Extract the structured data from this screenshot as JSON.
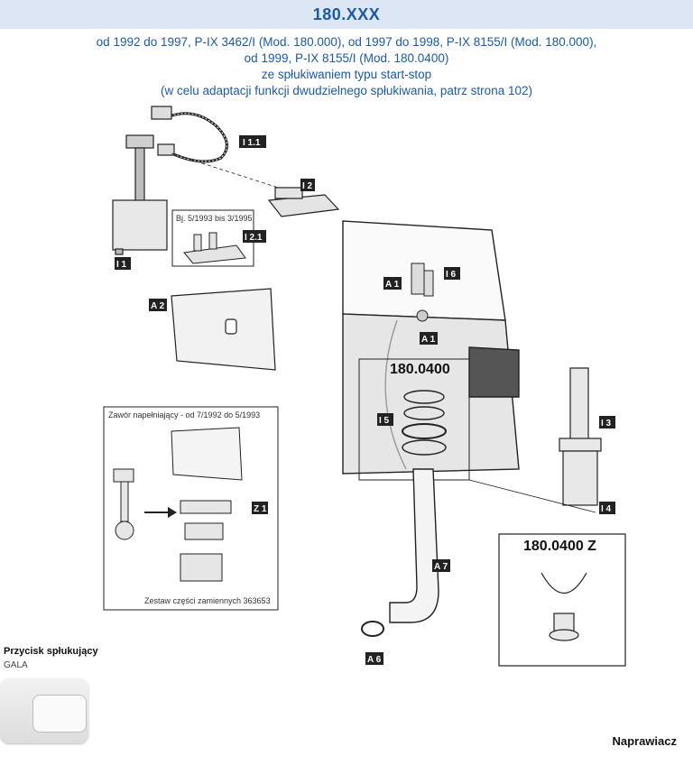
{
  "header": {
    "title": "180.XXX",
    "subtitle_lines": [
      "od 1992 do 1997, P-IX 3462/I (Mod. 180.000), od 1997 do 1998, P-IX 8155/I (Mod. 180.000),",
      "od 1999, P-IX 8155/I (Mod. 180.0400)",
      "ze spłukiwaniem typu start-stop",
      "(w celu adaptacji funkcji dwudzielnego spłukiwania, patrz strona 102)"
    ]
  },
  "labels": {
    "i11": "I 1.1",
    "i2": "I 2",
    "i21": "I 2.1",
    "i1": "I 1",
    "a2": "A 2",
    "a1_top": "A 1",
    "a1_bottom": "A 1",
    "i6": "I 6",
    "i5": "I 5",
    "i3": "I 3",
    "i4": "I 4",
    "a7": "A 7",
    "a6": "A 6",
    "z1": "Z 1"
  },
  "annotations": {
    "model_period": "Bj. 5/1993 bis 3/1995",
    "model_0400": "180.0400",
    "model_0400z": "180.0400 Z",
    "valve_box_title": "Zawór napełniający  - od 7/1992 do 5/1993",
    "spare_parts": "Zestaw części zamiennych 363653"
  },
  "flush_button": {
    "title": "Przycisk spłukujący",
    "model": "GALA"
  },
  "footer": {
    "brand": "Naprawiacz"
  },
  "colors": {
    "title_bg": "#dce6f4",
    "title_text": "#1c5aa6"
  }
}
